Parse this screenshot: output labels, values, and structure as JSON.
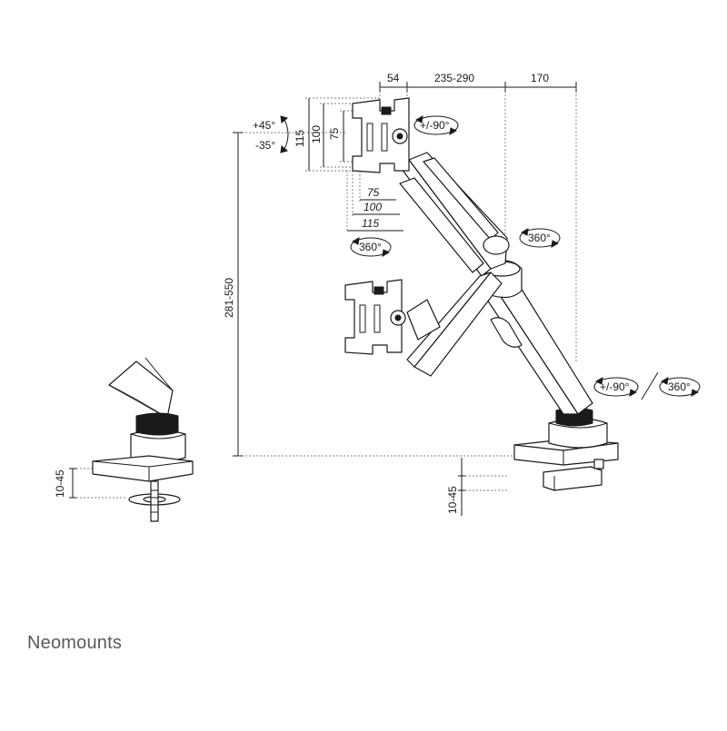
{
  "dimensions": {
    "top_54": "54",
    "top_235_290": "235-290",
    "top_170": "170",
    "vesa_115": "115",
    "vesa_100": "100",
    "vesa_75": "75",
    "h_75": "75",
    "h_100": "100",
    "h_115": "115",
    "height_281_550": "281-550",
    "desk_left_10_45": "10-45",
    "desk_right_10_45": "10-45"
  },
  "angles": {
    "tilt_up": "+45°",
    "tilt_down": "-35°",
    "rotate_pm90_top": "+/-90°",
    "swivel_360_head": "360°",
    "swivel_360_elbow": "360°",
    "rotate_pm90_base": "+/-90°",
    "swivel_360_base": "360°"
  },
  "brand": {
    "name": "Neomounts"
  }
}
